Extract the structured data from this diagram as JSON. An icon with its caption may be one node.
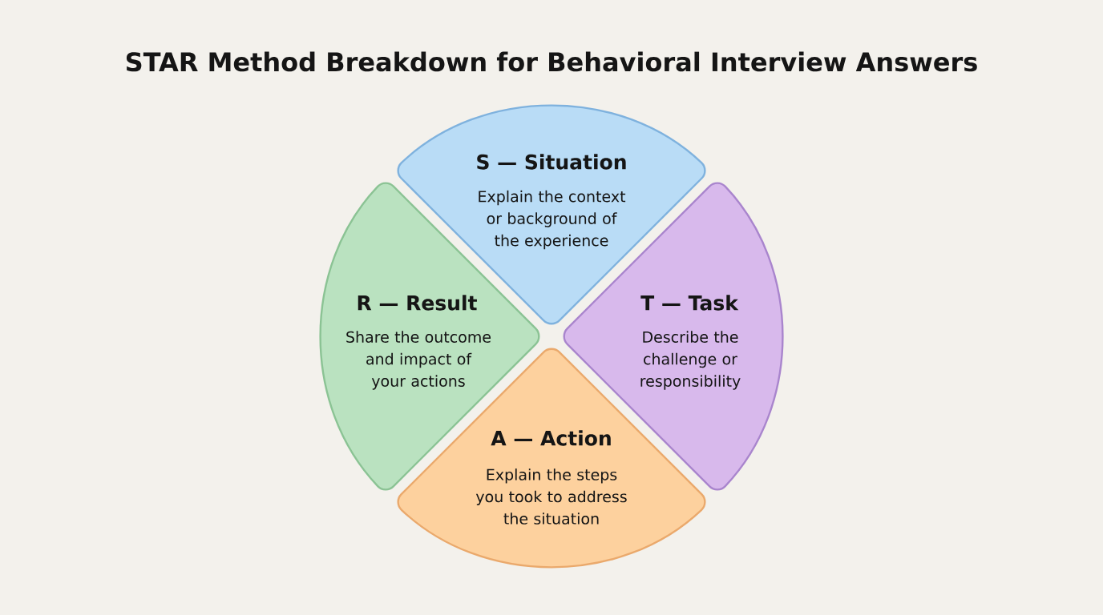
{
  "diagram": {
    "title": "STAR Method Breakdown for Behavioral Interview Answers",
    "nodes": [
      {
        "text": [
          "S — Situation",
          "Explain the context or background of the experience"
        ]
      },
      {
        "text": [
          "T — Task",
          "Describe the challenge or responsibility"
        ]
      },
      {
        "text": [
          "A — Action",
          "Explain the steps you took to address the situation"
        ]
      },
      {
        "text": [
          "R — Result",
          "Share the outcome and impact of your actions"
        ]
      }
    ]
  }
}
